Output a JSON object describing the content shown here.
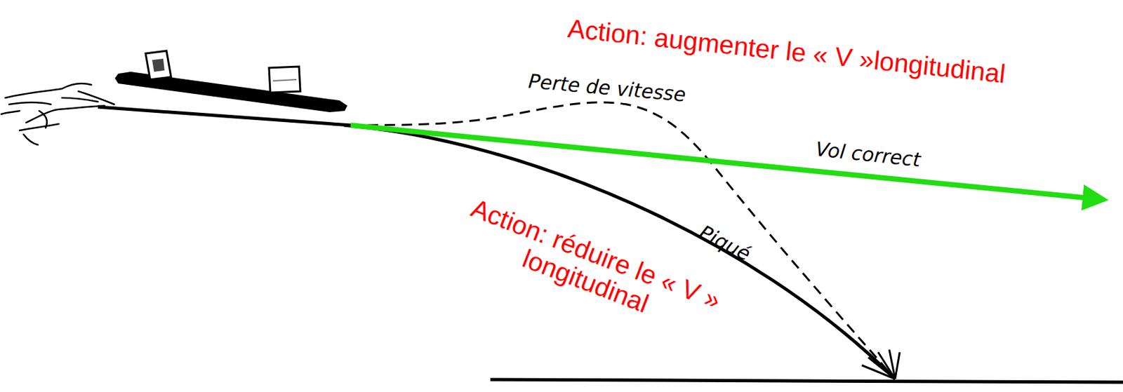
{
  "diagram": {
    "labels": [
      "Action: augmenter le « V »longitudinal",
      "Perte de vitesse",
      "Vol correct",
      "Action: réduire le « V » longitudinal",
      "Piqué"
    ]
  }
}
